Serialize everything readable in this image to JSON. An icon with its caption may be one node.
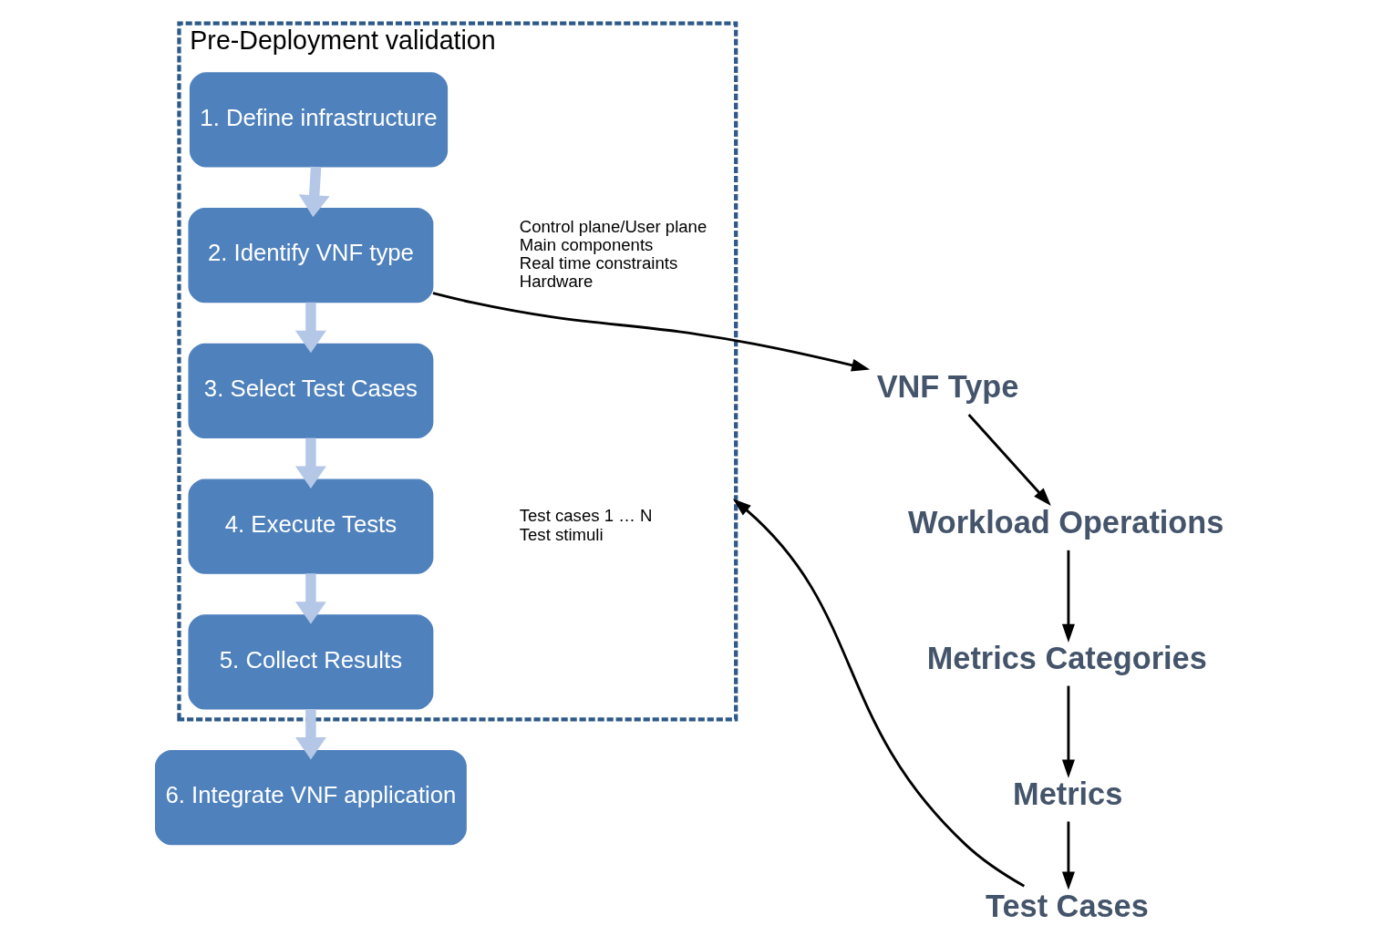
{
  "diagram": {
    "nodes": [
      {
        "text": [
          "Pre-Deployment validation"
        ]
      },
      {
        "text": [
          "1. Define infrastructure"
        ],
        "in": 0
      },
      {
        "text": [
          "2. Identify VNF type"
        ],
        "in": 0,
        "beside": [
          "Control plane/User plane",
          "Main components",
          "Real time constraints",
          "Hardware"
        ]
      },
      {
        "text": [
          "3. Select Test Cases"
        ],
        "in": 0
      },
      {
        "text": [
          "4. Execute Tests"
        ],
        "in": 0,
        "beside": [
          "Test cases 1 … N",
          "Test stimuli"
        ]
      },
      {
        "text": [
          "5. Collect Results"
        ],
        "in": 0
      },
      {
        "text": [
          "6. Integrate VNF application"
        ]
      },
      {
        "text": [
          "VNF Type"
        ]
      },
      {
        "text": [
          "Workload Operations"
        ]
      },
      {
        "text": [
          "Metrics Categories"
        ]
      },
      {
        "text": [
          "Metrics"
        ]
      },
      {
        "text": [
          "Test Cases"
        ]
      }
    ],
    "edges": [
      {
        "from": 1,
        "to": 2,
        "arrow": "to",
        "style": "thick",
        "color": "#b4c7e7"
      },
      {
        "from": 2,
        "to": 3,
        "arrow": "to",
        "style": "thick",
        "color": "#b4c7e7"
      },
      {
        "from": 3,
        "to": 4,
        "arrow": "to",
        "style": "thick",
        "color": "#b4c7e7"
      },
      {
        "from": 4,
        "to": 5,
        "arrow": "to",
        "style": "thick",
        "color": "#b4c7e7"
      },
      {
        "from": 5,
        "to": 6,
        "arrow": "to",
        "style": "thick",
        "color": "#b4c7e7"
      },
      {
        "from": 2,
        "to": 7,
        "arrow": "to"
      },
      {
        "from": 7,
        "to": 8,
        "arrow": "to"
      },
      {
        "from": 8,
        "to": 9,
        "arrow": "to"
      },
      {
        "from": 9,
        "to": 10,
        "arrow": "to"
      },
      {
        "from": 10,
        "to": 11,
        "arrow": "to"
      },
      {
        "from": 11,
        "to": 0,
        "arrow": "to"
      }
    ]
  }
}
